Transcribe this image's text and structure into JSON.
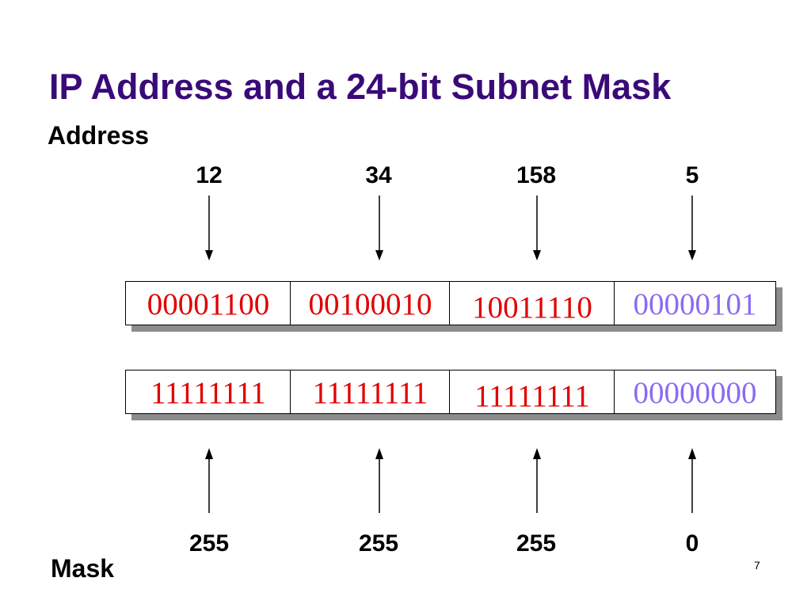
{
  "title": "IP Address and a 24-bit Subnet Mask",
  "address_label": "Address",
  "mask_label": "Mask",
  "page_number": "7",
  "colors": {
    "title": "#3a0a78",
    "network": "#e00000",
    "host": "#8a6cf0"
  },
  "address": {
    "decimal": [
      "12",
      "34",
      "158",
      "5"
    ],
    "binary": [
      "00001100",
      "00100010",
      "10011110",
      "00000101"
    ]
  },
  "mask": {
    "decimal": [
      "255",
      "255",
      "255",
      "0"
    ],
    "binary": [
      "11111111",
      "11111111",
      "11111111",
      "00000000"
    ]
  },
  "octet_roles": [
    "network",
    "network",
    "network",
    "host"
  ]
}
